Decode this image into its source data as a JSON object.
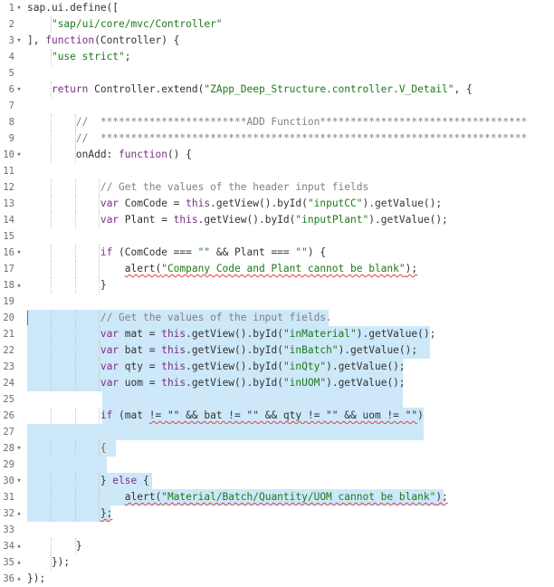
{
  "editor": {
    "lines": [
      {
        "n": "1",
        "fold": "▾",
        "t": [
          [
            "sap.ui.define([",
            ""
          ]
        ]
      },
      {
        "n": "2",
        "t": [
          [
            "    ",
            ""
          ],
          [
            "\"sap/ui/core/mvc/Controller\"",
            "str"
          ]
        ]
      },
      {
        "n": "3",
        "fold": "▾",
        "t": [
          [
            "], ",
            ""
          ],
          [
            "function",
            "kw"
          ],
          [
            "(Controller) {",
            ""
          ]
        ]
      },
      {
        "n": "4",
        "t": [
          [
            "    ",
            ""
          ],
          [
            "\"use strict\"",
            "str"
          ],
          [
            ";",
            ""
          ]
        ]
      },
      {
        "n": "5",
        "t": []
      },
      {
        "n": "6",
        "fold": "▾",
        "t": [
          [
            "    ",
            ""
          ],
          [
            "return",
            "kw"
          ],
          [
            " Controller.extend(",
            ""
          ],
          [
            "\"ZApp_Deep_Structure.controller.V_Detail\"",
            "str"
          ],
          [
            ", {",
            ""
          ]
        ]
      },
      {
        "n": "7",
        "t": []
      },
      {
        "n": "8",
        "t": [
          [
            "        ",
            ""
          ],
          [
            "//  ************************ADD Function**********************************",
            "com"
          ]
        ]
      },
      {
        "n": "9",
        "t": [
          [
            "        ",
            ""
          ],
          [
            "//  **********************************************************************",
            "com"
          ]
        ]
      },
      {
        "n": "10",
        "fold": "▾",
        "t": [
          [
            "        onAdd: ",
            ""
          ],
          [
            "function",
            "kw"
          ],
          [
            "() {",
            ""
          ]
        ]
      },
      {
        "n": "11",
        "t": []
      },
      {
        "n": "12",
        "t": [
          [
            "            ",
            ""
          ],
          [
            "// Get the values of the header input fields",
            "com"
          ]
        ]
      },
      {
        "n": "13",
        "t": [
          [
            "            ",
            ""
          ],
          [
            "var",
            "kw"
          ],
          [
            " ComCode = ",
            ""
          ],
          [
            "this",
            "kw"
          ],
          [
            ".getView().byId(",
            ""
          ],
          [
            "\"inputCC\"",
            "str"
          ],
          [
            ").getValue();",
            ""
          ]
        ]
      },
      {
        "n": "14",
        "t": [
          [
            "            ",
            ""
          ],
          [
            "var",
            "kw"
          ],
          [
            " Plant = ",
            ""
          ],
          [
            "this",
            "kw"
          ],
          [
            ".getView().byId(",
            ""
          ],
          [
            "\"inputPlant\"",
            "str"
          ],
          [
            ").getValue();",
            ""
          ]
        ]
      },
      {
        "n": "15",
        "t": []
      },
      {
        "n": "16",
        "fold": "▾",
        "t": [
          [
            "            ",
            ""
          ],
          [
            "if",
            "kw"
          ],
          [
            " (ComCode === ",
            ""
          ],
          [
            "\"\"",
            "str"
          ],
          [
            " && Plant === ",
            ""
          ],
          [
            "\"\"",
            "str"
          ],
          [
            ") {",
            ""
          ]
        ]
      },
      {
        "n": "17",
        "t": [
          [
            "                ",
            ""
          ],
          [
            "alert(",
            "squig"
          ],
          [
            "\"Company Code and Plant cannot be blank\"",
            "str squig"
          ],
          [
            ");",
            "squig"
          ]
        ]
      },
      {
        "n": "18",
        "fold": "▴",
        "t": [
          [
            "            }",
            ""
          ]
        ]
      },
      {
        "n": "19",
        "t": []
      },
      {
        "n": "20",
        "t": [
          [
            "            ",
            ""
          ],
          [
            "// Get the values of the input fields.",
            "com"
          ]
        ]
      },
      {
        "n": "21",
        "t": [
          [
            "            ",
            ""
          ],
          [
            "var",
            "kw"
          ],
          [
            " mat = ",
            ""
          ],
          [
            "this",
            "kw"
          ],
          [
            ".getView().byId(",
            ""
          ],
          [
            "\"inMaterial\"",
            "str"
          ],
          [
            ").getValue();",
            ""
          ]
        ]
      },
      {
        "n": "22",
        "t": [
          [
            "            ",
            ""
          ],
          [
            "var",
            "kw"
          ],
          [
            " bat = ",
            ""
          ],
          [
            "this",
            "kw"
          ],
          [
            ".getView().byId(",
            ""
          ],
          [
            "\"inBatch\"",
            "str"
          ],
          [
            ").getValue();",
            ""
          ]
        ]
      },
      {
        "n": "23",
        "t": [
          [
            "            ",
            ""
          ],
          [
            "var",
            "kw"
          ],
          [
            " qty = ",
            ""
          ],
          [
            "this",
            "kw"
          ],
          [
            ".getView().byId(",
            ""
          ],
          [
            "\"inQty\"",
            "str"
          ],
          [
            ").getValue();",
            ""
          ]
        ]
      },
      {
        "n": "24",
        "t": [
          [
            "            ",
            ""
          ],
          [
            "var",
            "kw"
          ],
          [
            " uom = ",
            ""
          ],
          [
            "this",
            "kw"
          ],
          [
            ".getView().byId(",
            ""
          ],
          [
            "\"inUOM\"",
            "str"
          ],
          [
            ").getValue();",
            ""
          ]
        ]
      },
      {
        "n": "25",
        "t": []
      },
      {
        "n": "26",
        "t": [
          [
            "            ",
            ""
          ],
          [
            "if",
            "kw"
          ],
          [
            " (mat ",
            ""
          ],
          [
            "!= \"\" && bat != \"\" && qty != \"\" && uom != \"\"",
            "squig"
          ],
          [
            ")",
            ""
          ]
        ]
      },
      {
        "n": "27",
        "t": []
      },
      {
        "n": "28",
        "fold": "▾",
        "t": [
          [
            "            ",
            ""
          ],
          [
            "{",
            "bc"
          ]
        ]
      },
      {
        "n": "29",
        "t": []
      },
      {
        "n": "30",
        "fold": "▾",
        "t": [
          [
            "            } ",
            ""
          ],
          [
            "else",
            "kw"
          ],
          [
            " {",
            ""
          ]
        ]
      },
      {
        "n": "31",
        "t": [
          [
            "                ",
            ""
          ],
          [
            "alert(",
            "squig"
          ],
          [
            "\"Material/Batch/Quantity/UOM cannot be blank\"",
            "str squig"
          ],
          [
            ");",
            "squig"
          ]
        ]
      },
      {
        "n": "32",
        "fold": "▴",
        "t": [
          [
            "            ",
            ""
          ],
          [
            "};",
            "squig"
          ]
        ]
      },
      {
        "n": "33",
        "t": []
      },
      {
        "n": "34",
        "fold": "▴",
        "t": [
          [
            "        }",
            ""
          ]
        ]
      },
      {
        "n": "35",
        "fold": "▴",
        "t": [
          [
            "    });",
            ""
          ]
        ]
      },
      {
        "n": "36",
        "fold": "▴",
        "t": [
          [
            "});",
            ""
          ]
        ]
      }
    ]
  }
}
